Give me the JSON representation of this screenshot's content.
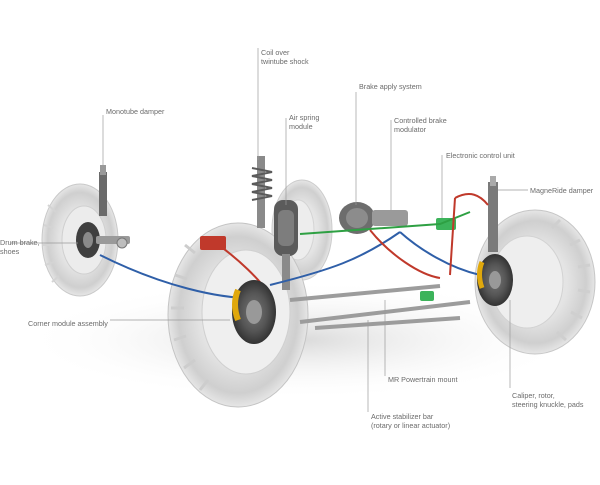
{
  "labels": {
    "coil_over": [
      "Coil over",
      "twintube shock"
    ],
    "brake_apply": [
      "Brake apply system"
    ],
    "monotube": [
      "Monotube damper"
    ],
    "air_spring": [
      "Air spring",
      "module"
    ],
    "controlled_brake": [
      "Controlled brake",
      "modulator"
    ],
    "ecu": [
      "Electronic control unit"
    ],
    "magneride": [
      "MagneRide damper"
    ],
    "drum_brake": [
      "Drum brake,",
      "shoes"
    ],
    "corner_module": [
      "Corner module assembly"
    ],
    "mr_mount": [
      "MR Powertrain mount"
    ],
    "caliper": [
      "Caliper, rotor,",
      "steering knuckle, pads"
    ],
    "stabilizer": [
      "Active stabilizer bar",
      "(rotary or linear actuator)"
    ]
  },
  "colors": {
    "background": "#ffffff",
    "tire": "#d9d9d9",
    "tire_dark": "#b8b8b8",
    "leader": "#9a9a9a",
    "brake_line_blue": "#2f5fa8",
    "brake_line_red": "#c0392b",
    "ecu_line_green": "#2ea043",
    "rotor": "#4a4a4a",
    "caliper": "#e0a80c"
  }
}
